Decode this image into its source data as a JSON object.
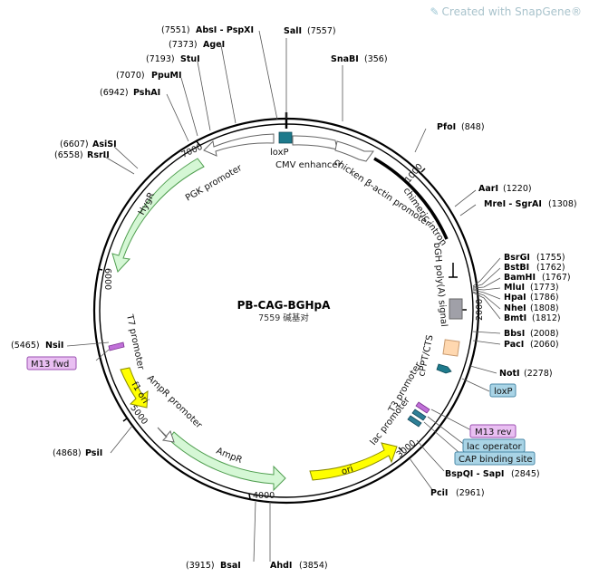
{
  "watermark": "Created with SnapGene®",
  "plasmid": {
    "name": "PB-CAG-BGHpA",
    "length_text": "7559 碱基对"
  },
  "ticks": [
    "1000",
    "2000",
    "3000",
    "4000",
    "5000",
    "6000",
    "7000"
  ],
  "sites": [
    {
      "name": "SalI",
      "pos": "(7557)"
    },
    {
      "name": "SnaBI",
      "pos": "(356)"
    },
    {
      "name": "PfoI",
      "pos": "(848)"
    },
    {
      "name": "AarI",
      "pos": "(1220)"
    },
    {
      "name": "MreI - SgrAI",
      "pos": "(1308)"
    },
    {
      "name": "BsrGI",
      "pos": "(1755)"
    },
    {
      "name": "BstBI",
      "pos": "(1762)"
    },
    {
      "name": "BamHI",
      "pos": "(1767)"
    },
    {
      "name": "MluI",
      "pos": "(1773)"
    },
    {
      "name": "HpaI",
      "pos": "(1786)"
    },
    {
      "name": "NheI",
      "pos": "(1808)"
    },
    {
      "name": "BmtI",
      "pos": "(1812)"
    },
    {
      "name": "BbsI",
      "pos": "(2008)"
    },
    {
      "name": "PacI",
      "pos": "(2060)"
    },
    {
      "name": "NotI",
      "pos": "(2278)"
    },
    {
      "name": "BspQI - SapI",
      "pos": "(2845)"
    },
    {
      "name": "PciI",
      "pos": "(2961)"
    },
    {
      "name": "AhdI",
      "pos": "(3854)"
    },
    {
      "name": "BsaI",
      "pos": "(3915)"
    },
    {
      "name": "PsiI",
      "pos": "(4868)"
    },
    {
      "name": "NsiI",
      "pos": "(5465)"
    },
    {
      "name": "RsrII",
      "pos": "(6558)"
    },
    {
      "name": "AsiSI",
      "pos": "(6607)"
    },
    {
      "name": "PshAI",
      "pos": "(6942)"
    },
    {
      "name": "PpuMI",
      "pos": "(7070)"
    },
    {
      "name": "StuI",
      "pos": "(7193)"
    },
    {
      "name": "AgeI",
      "pos": "(7373)"
    },
    {
      "name": "AbsI - PspXI",
      "pos": "(7551)"
    }
  ],
  "features": {
    "loxP_top": "loxP",
    "cmv_enhancer": "CMV enhancer",
    "chicken_promoter": "chicken β-actin promoter",
    "chimeric_intron": "chimeric intron",
    "bgh_polya": "bGH poly(A) signal",
    "cppt_cts": "cPPT/CTS",
    "t3_promoter": "T3 promoter",
    "lac_promoter": "lac promoter",
    "ori": "ori",
    "ampr": "AmpR",
    "ampr_promoter": "AmpR promoter",
    "f1_ori": "f1 ori",
    "t7_promoter": "T7 promoter",
    "hygr": "HygR",
    "pgk_promoter": "PGK promoter"
  },
  "boxes": {
    "loxP": "loxP",
    "m13_rev": "M13 rev",
    "lac_operator": "lac operator",
    "cap_binding_site": "CAP binding site",
    "m13_fwd": "M13 fwd"
  },
  "colors": {
    "backbone": "#000000",
    "feature_green_fill": "#d5f7d5",
    "feature_green_stroke": "#4f9e4f",
    "ori_yellow": "#ffff00",
    "promoter_white": "#ffffff",
    "polya_gray": "#a0a0a8",
    "cppt_peach": "#ffd8b0",
    "loxp_teal": "#1e7a8c",
    "m13_purple_fill": "#e9bff2",
    "m13_purple_stroke": "#9a4fb0",
    "blue_box_fill": "#a9d4e6",
    "blue_box_stroke": "#4a8aa8"
  }
}
